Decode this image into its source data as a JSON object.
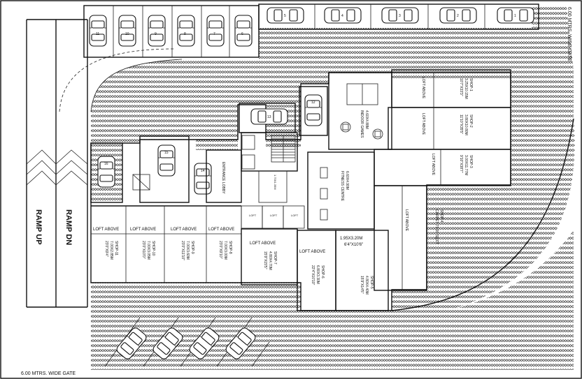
{
  "gate_top": "6.00 MTRS. WIDE GATE",
  "gate_bottom": "6.00 MTRS. WIDE GATE",
  "ramp_up": "RAMP UP",
  "ramp_down": "RAMP DN",
  "loft_above": "LOFT ABOVE",
  "loft": "LOFT",
  "entrance_lobby": "ENTRANCE LOBBY",
  "indoor_games": "INDOOR GAMES",
  "indoor_games_dim": "4.60X4.88M",
  "fitness": "FITNESS CENTRE",
  "fitness_dim": "6.60X4.90M",
  "small_room_dim": "1.95X3.20M",
  "small_room_imp": "6'4\"X10'6\"",
  "toilet_dim": "1.70X1.35M",
  "shops_right": [
    {
      "name": "SHOP-1",
      "dim": "3.25X10.15M",
      "imp": "10'7\"X33'3\""
    },
    {
      "name": "SHOP-2",
      "dim": "3.80X10.80M",
      "imp": "11'10\"X35'5\""
    },
    {
      "name": "SHOP-3",
      "dim": "3.00X11.77M",
      "imp": "9'10\"X38'7\""
    },
    {
      "name": "SHOP-4",
      "dim": "CARPET-79.00 SQ.FT",
      "imp": ""
    }
  ],
  "shops_bottom": [
    {
      "name": "SHOP-11",
      "dim": "7.00X2.85M",
      "imp": "23'0\"X9'4\""
    },
    {
      "name": "SHOP-10",
      "dim": "7.00X3.05M",
      "imp": "23'0\"X10'0\""
    },
    {
      "name": "SHOP-9",
      "dim": "7.00X3.60M",
      "imp": "23'0\"X11'10\""
    },
    {
      "name": "SHOP-8",
      "dim": "7.00X3.00M",
      "imp": "23'0\"X9'10\""
    },
    {
      "name": "SHOP-7",
      "dim": "4.80X4.70M",
      "imp": "15'9\"X15'5\""
    },
    {
      "name": "SHOP-6",
      "dim": "6.80X3.30M",
      "imp": "22'4\"X10'10\""
    },
    {
      "name": "SHOP-5",
      "dim": "4.80X4.40M",
      "imp": "15'9\"X14'5\""
    }
  ],
  "cars_top_vertical": [
    "6",
    "7",
    "8",
    "9",
    "10",
    "11"
  ],
  "cars_top_horizontal": [
    "5",
    "4",
    "3",
    "2",
    "1"
  ],
  "car_labels_inner": [
    "12",
    "13",
    "14",
    "15",
    "16"
  ],
  "icons": [
    "car-icon",
    "stair-icon",
    "table-icon"
  ]
}
